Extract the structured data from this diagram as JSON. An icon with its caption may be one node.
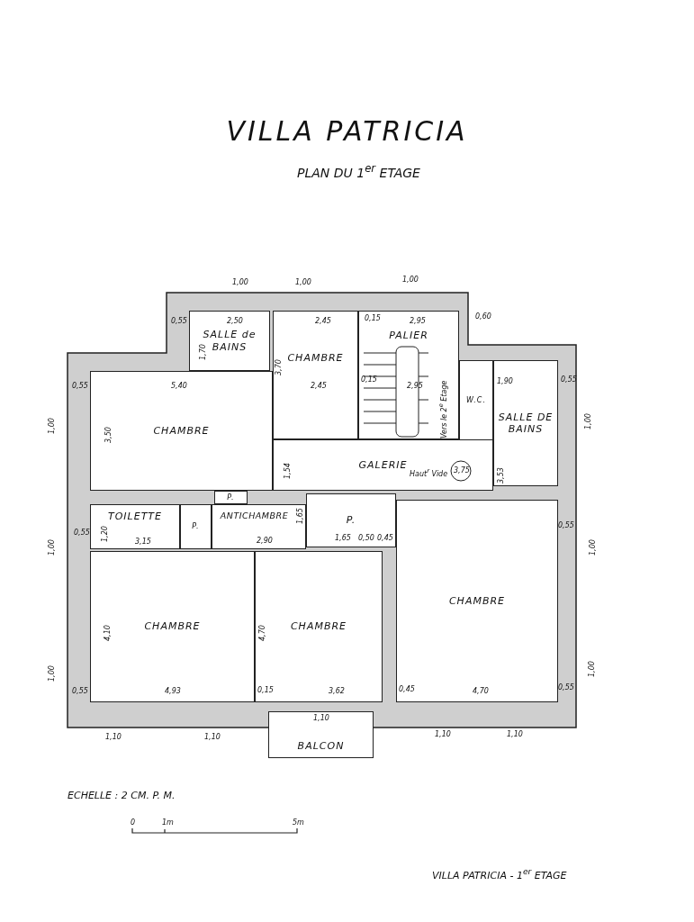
{
  "diagram": {
    "title": "VILLA PATRICIA",
    "caption": "VILLA PATRICIA - 1$^{er}$ ETAGE",
    "nodes": [
      {
        "text": [
          "SALLE de BAINS"
        ]
      },
      {
        "text": [
          "CHAMBRE"
        ]
      },
      {
        "text": [
          "PALIER"
        ]
      },
      {
        "text": [
          "CHAMBRE"
        ]
      },
      {
        "text": [
          "W.C."
        ]
      },
      {
        "text": [
          "SALLE DE BAINS"
        ]
      },
      {
        "text": [
          "GALERIE"
        ]
      },
      {
        "text": [
          "P."
        ]
      },
      {
        "text": [
          "TOILETTE"
        ]
      },
      {
        "text": [
          "P."
        ]
      },
      {
        "text": [
          "ANTICHAMBRE"
        ]
      },
      {
        "text": [
          "P."
        ]
      },
      {
        "text": [
          "CHAMBRE"
        ]
      },
      {
        "text": [
          "CHAMBRE"
        ]
      },
      {
        "text": [
          "CHAMBRE"
        ]
      },
      {
        "text": [
          "BALCON"
        ]
      }
    ],
    "edges": [],
    "labels": [
      "PLAN DU 1$^{er}$ ETAGE",
      "1,00",
      "1,00",
      "1,00",
      "0,55",
      "2,50",
      "2,45",
      "0,15",
      "2,95",
      "0,60",
      "1,70",
      "3,70",
      "0,55",
      "5,40",
      "2,45",
      "0,15",
      "2,95",
      "Vers le 2$^{e}$ Etage",
      "1,90",
      "0,55",
      "1,00",
      "3,50",
      "1,54",
      "Haut$^{r}$ Vide",
      "3,75",
      "3,53",
      "1,00",
      "1,20",
      "0,55",
      "3,15",
      "1,00",
      "1,65",
      "2,90",
      "1,65",
      "0,50",
      "0,45",
      "0,55",
      "1,00",
      "4,10",
      "4,70",
      "1,00",
      "1,00",
      "0,55",
      "4,93",
      "0,15",
      "3,62",
      "0,45",
      "4,70",
      "0,55",
      "1,10",
      "1,10",
      "1,10",
      "1,10",
      "1,10",
      "ECHELLE : 2 CM. P. M.",
      "0",
      "1m",
      "5m"
    ]
  }
}
